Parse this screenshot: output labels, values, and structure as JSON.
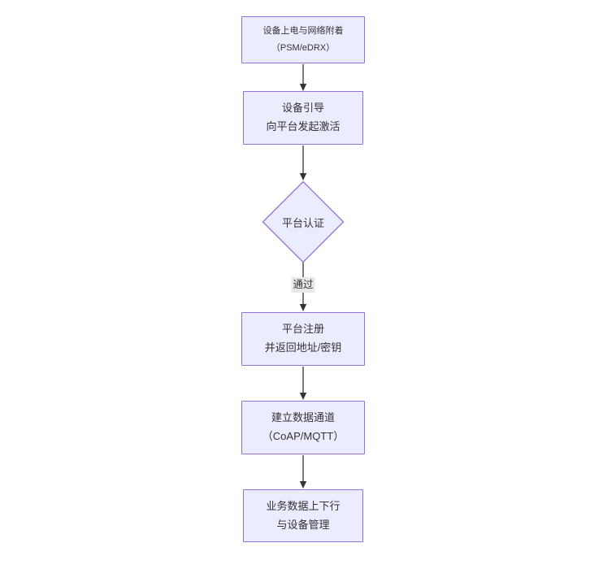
{
  "diagram": {
    "type": "flowchart-top-down",
    "colors": {
      "node_fill": "#ECECFF",
      "node_border": "#9370DB",
      "text": "#333333",
      "arrow": "#333333",
      "edge_label_bg": "#e8e8e8",
      "canvas_bg": "#ffffff"
    },
    "nodes": [
      {
        "shape": "rect",
        "lines": [
          "设备上电与网络附着",
          "（PSM/eDRX）"
        ]
      },
      {
        "shape": "rect",
        "lines": [
          "设备引导",
          "向平台发起激活"
        ]
      },
      {
        "shape": "diamond",
        "lines": [
          "平台认证"
        ]
      },
      {
        "shape": "rect",
        "lines": [
          "平台注册",
          "并返回地址/密钥"
        ]
      },
      {
        "shape": "rect",
        "lines": [
          "建立数据通道",
          "（CoAP/MQTT）"
        ]
      },
      {
        "shape": "rect",
        "lines": [
          "业务数据上下行",
          "与设备管理"
        ]
      }
    ],
    "edges": [
      {
        "from": 0,
        "to": 1,
        "label": ""
      },
      {
        "from": 1,
        "to": 2,
        "label": ""
      },
      {
        "from": 2,
        "to": 3,
        "label": "通过"
      },
      {
        "from": 3,
        "to": 4,
        "label": ""
      },
      {
        "from": 4,
        "to": 5,
        "label": ""
      }
    ]
  }
}
